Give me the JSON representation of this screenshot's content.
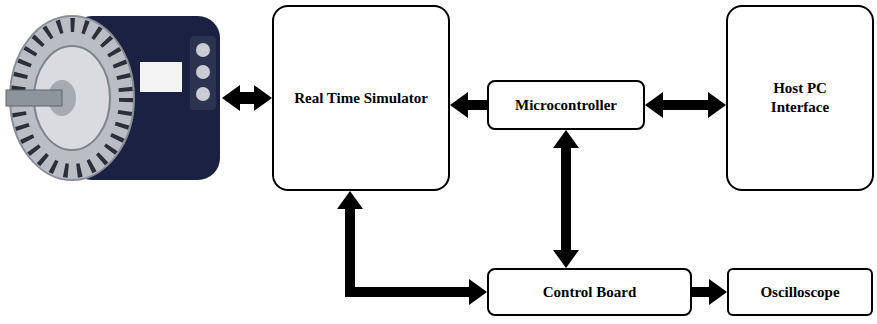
{
  "diagram": {
    "nodes": [
      {
        "text": [
          "Real Time Simulator"
        ]
      },
      {
        "text": [
          "Microcontroller"
        ]
      },
      {
        "text": [
          "Host PC Interface"
        ]
      },
      {
        "text": [
          "Control Board"
        ]
      },
      {
        "text": [
          "Oscilloscope"
        ]
      }
    ],
    "edges": [
      {
        "from": 1,
        "to": 0,
        "arrow": "to"
      },
      {
        "from": 1,
        "to": 2,
        "arrow": "both"
      },
      {
        "from": 1,
        "to": 3,
        "arrow": "both"
      },
      {
        "from": 0,
        "to": 3,
        "arrow": "both"
      },
      {
        "from": 3,
        "to": 4,
        "arrow": "to"
      }
    ]
  }
}
